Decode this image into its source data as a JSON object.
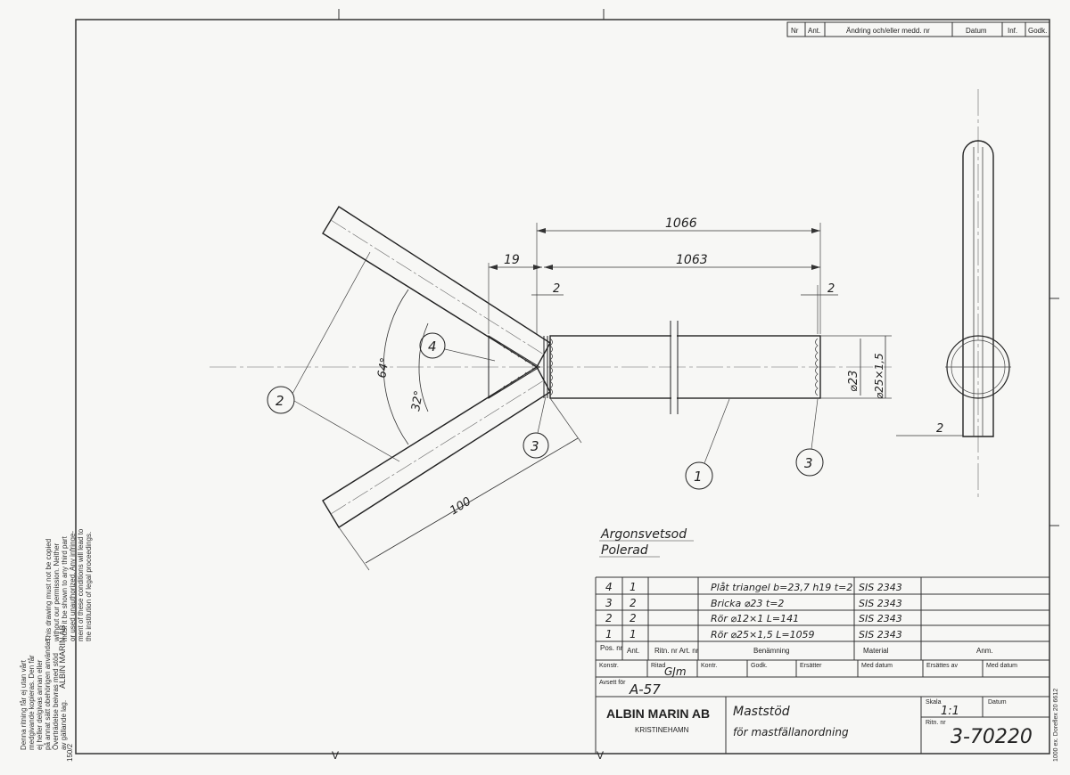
{
  "revision_header": {
    "nr": "Nr",
    "ant": "Ant.",
    "change": "Ändring och/eller medd. nr",
    "datum": "Datum",
    "inf": "Inf.",
    "godk": "Godk."
  },
  "dimensions": {
    "d1066": "1066",
    "d1063": "1063",
    "d19": "19",
    "d2_left": "2",
    "d2_right": "2",
    "d23": "⌀23",
    "d25": "⌀25×1,5",
    "d100": "100",
    "a64": "64°",
    "a32": "32°",
    "side2": "2"
  },
  "balloons": {
    "b1": "1",
    "b2": "2",
    "b3a": "3",
    "b3b": "3",
    "b4": "4"
  },
  "notes": {
    "line1": "Argonsvetsod",
    "line2": "Polerad"
  },
  "parts_list": {
    "rows": [
      {
        "pos": "4",
        "ant": "1",
        "name": "Plåt triangel b=23,7 h19 t=2",
        "material": "SIS 2343"
      },
      {
        "pos": "3",
        "ant": "2",
        "name": "Bricka ⌀23 t=2",
        "material": "SIS 2343"
      },
      {
        "pos": "2",
        "ant": "2",
        "name": "Rör ⌀12×1 L=141",
        "material": "SIS 2343"
      },
      {
        "pos": "1",
        "ant": "1",
        "name": "Rör ⌀25×1,5 L=1059",
        "material": "SIS 2343"
      }
    ],
    "headers": {
      "pos": "Pos. nr",
      "ant": "Ant.",
      "ritn": "Ritn. nr Art. nr",
      "benamning": "Benämning",
      "material": "Material",
      "anm": "Anm."
    }
  },
  "title_block": {
    "konstr": "Konstr.",
    "ritad": "Ritad",
    "ritad_sign": "GJm",
    "konstr2": "Kontr.",
    "godk": "Godk.",
    "ersatter": "Ersätter",
    "med_datum": "Med datum",
    "ersattes_av": "Ersättes av",
    "med_datum2": "Med datum",
    "avsett_for_label": "Avsett för",
    "avsett_for": "A-57",
    "company": "ALBIN MARIN AB",
    "city": "KRISTINEHAMN",
    "title1": "Maststöd",
    "title2": "för mastfällanordning",
    "skala_label": "Skala",
    "skala": "1:1",
    "datum_label": "Datum",
    "ritn_label": "Ritn. nr",
    "drawing_no": "3-70220"
  },
  "side_notes": {
    "swedish": "Denna ritning får ej utan vårt\nmedgivande kopieras. Den får\nej heller delgivas annan eller\npå annat sätt obehörigen användas.\nÖverträdelse beivras med stöd\nav gällande lag.",
    "english": "This drawing must not be copied\nwithout our permission. Neither\nmust it be shown to any third part\nor used unauthorized. Any infringe-\nment of these conditions will lead to\nthe institution of legal proceedings.",
    "company_vertical": "ALBIN MARIN AB",
    "code": "150/2",
    "bottom": "1000 ex. Doreflex 20 6612"
  }
}
